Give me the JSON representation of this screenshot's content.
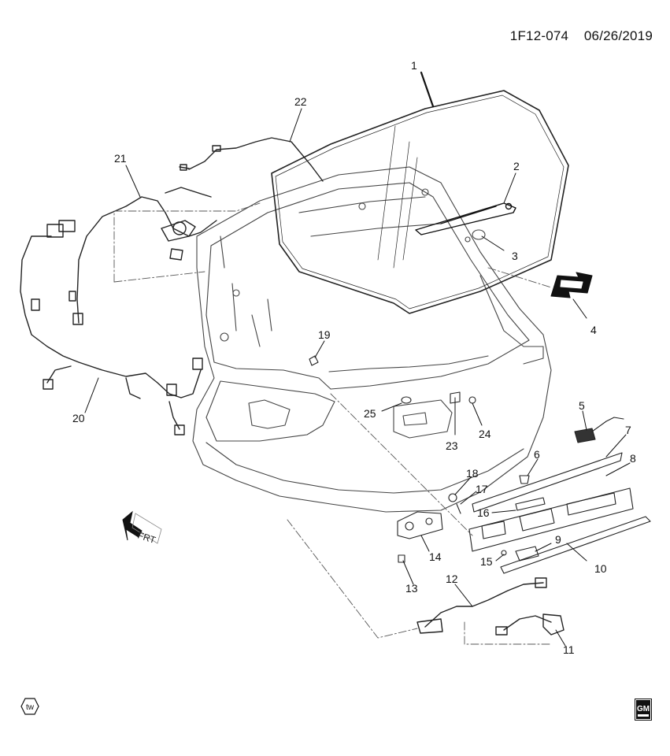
{
  "header": {
    "code": "1F12-074",
    "date": "06/26/2019"
  },
  "callouts": [
    "1",
    "2",
    "3",
    "4",
    "5",
    "6",
    "7",
    "8",
    "9",
    "10",
    "11",
    "12",
    "13",
    "14",
    "15",
    "16",
    "17",
    "18",
    "19",
    "20",
    "21",
    "22",
    "23",
    "24",
    "25"
  ],
  "front_indicator": {
    "label": "FRT"
  },
  "footer": {
    "left_badge": "tw",
    "right_logo_text": "GM"
  },
  "colors": {
    "ink": "#111111",
    "line": "#333333",
    "emblem": "#111111"
  }
}
